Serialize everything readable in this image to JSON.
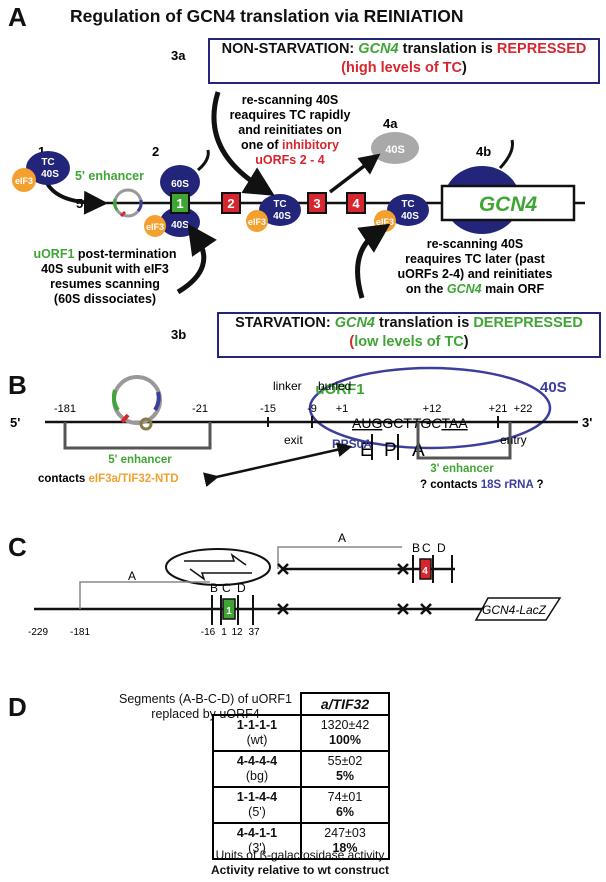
{
  "title": "Regulation of GCN4 translation via REINIATION",
  "panel_letters": {
    "a": "A",
    "b": "B",
    "c": "C",
    "d": "D"
  },
  "panel_a": {
    "step_labels": {
      "s1": "1",
      "s2": "2",
      "s3a": "3a",
      "s3b": "3b",
      "s4a": "4a",
      "s4b": "4b"
    },
    "nonstarvation": {
      "prefix": "NON-STARVATION: ",
      "gene": "GCN4",
      "mid": " translation is ",
      "state": "REPRESSED",
      "paren_open": "(",
      "levels": "high levels of TC",
      "paren_close": ")"
    },
    "starvation": {
      "prefix": "STARVATION: ",
      "gene": "GCN4",
      "mid": " translation is ",
      "state": "DEREPRESSED",
      "paren_open": "(",
      "levels": "low levels of TC",
      "paren_close": ")"
    },
    "rescan_top": {
      "l1": "re-scanning 40S",
      "l2": "reaquires TC rapidly",
      "l3": "and reinitiates on",
      "l4_pre": "one of ",
      "l4_red": "inhibitory",
      "l5": "uORFs 2 - 4"
    },
    "rescan_bottom": {
      "l1": "re-scanning 40S",
      "l2": "reaquires TC later (past",
      "l3": "uORFs 2-4) and reinitiates",
      "l4_pre": "on the ",
      "l4_gene": "GCN4",
      "l4_post": " main ORF"
    },
    "uorf1_text": {
      "l1_gene": "uORF1",
      "l1_post": " post-termination",
      "l2": "40S subunit with eIF3",
      "l3": "resumes scanning",
      "l4": "(60S dissociates)"
    },
    "enhancer_label": "5' enhancer",
    "five_prime": "5'",
    "gene_box": "GCN4",
    "uorfs": [
      "1",
      "2",
      "3",
      "4"
    ],
    "tc": "TC",
    "s40": "40S",
    "s60": "60S",
    "eif3": "eIF3"
  },
  "panel_b": {
    "five": "5'",
    "three": "3'",
    "positions": [
      "-181",
      "-21",
      "-15",
      "-9",
      "+1",
      "+12",
      "+21",
      "+22"
    ],
    "linker": "linker",
    "buried": "buried",
    "exit": "exit",
    "entry": "entry",
    "uorf1": "uORF1",
    "s40": "40S",
    "rps0a": "RPS0A",
    "seq_aug": "AUG",
    "seq_gct": "GCT",
    "seq_tgc": "TGC",
    "seq_taa": "TAA",
    "site_e": "E",
    "site_p": "P",
    "site_a": "A",
    "enhancer5": "5' enhancer",
    "enhancer3": "3' enhancer",
    "contacts_pre": "contacts ",
    "contacts_target": "eIF3a/TIF32-NTD",
    "q_pre": "? contacts ",
    "q_target": "18S rRNA",
    "q_post": " ?"
  },
  "panel_c": {
    "seg_a": "A",
    "seg_b": "B",
    "seg_c": "C",
    "seg_d": "D",
    "positions": [
      "-229",
      "-181",
      "-16",
      "1",
      "12",
      "37"
    ],
    "uorf1": "1",
    "uorf4": "4",
    "reporter": "GCN4-LacZ"
  },
  "panel_d": {
    "caption_l1": "Segments (A-B-C-D) of uORF1",
    "caption_l2": "replaced by uORF4",
    "column_header": "a/TIF32",
    "rows": [
      {
        "construct": "1-1-1-1",
        "label": "(wt)",
        "value": "1320±42",
        "percent": "100%"
      },
      {
        "construct": "4-4-4-4",
        "label": "(bg)",
        "value": "55±02",
        "percent": "5%"
      },
      {
        "construct": "1-1-4-4",
        "label": "(5')",
        "value": "74±01",
        "percent": "6%"
      },
      {
        "construct": "4-4-1-1",
        "label": "(3')",
        "value": "247±03",
        "percent": "18%"
      }
    ],
    "footer_l1": "Units of ß-galactosidase activity",
    "footer_l2": "Activity relative to wt construct"
  }
}
